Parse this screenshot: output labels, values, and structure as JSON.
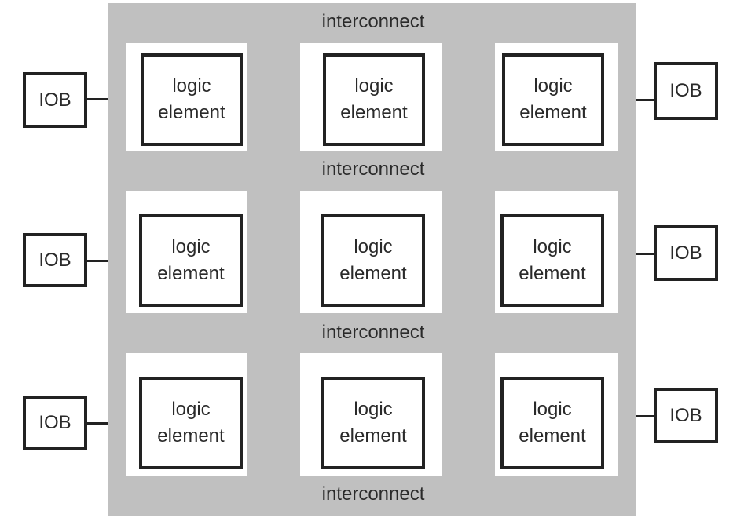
{
  "diagram": {
    "interconnect_labels": [
      "interconnect",
      "interconnect",
      "interconnect",
      "interconnect"
    ],
    "logic_element": {
      "line1": "logic",
      "line2": "element"
    },
    "iob_label": "IOB",
    "colors": {
      "fabric": "#c0c0c0",
      "border": "#222222",
      "panel": "#ffffff"
    },
    "rows": 3,
    "columns": 3
  }
}
